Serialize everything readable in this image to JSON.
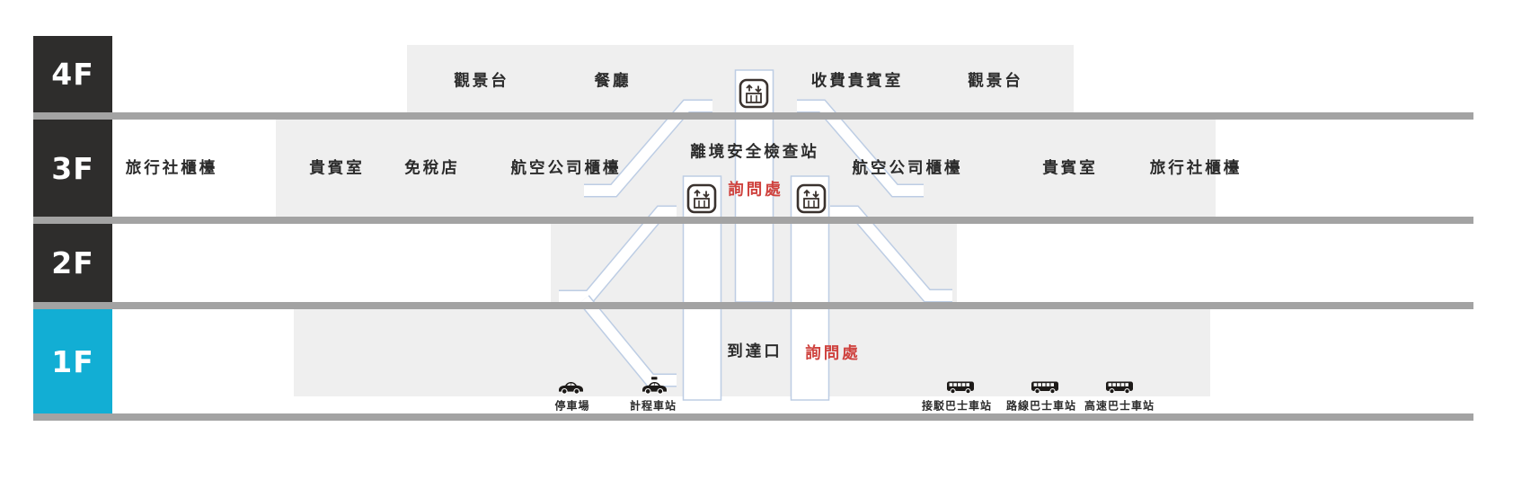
{
  "map": {
    "floors": {
      "f4": {
        "label": "4F",
        "observation_left": "觀景台",
        "restaurant": "餐廳",
        "paid_lounge": "收費貴賓室",
        "observation_right": "觀景台"
      },
      "f3": {
        "label": "3F",
        "travel_agency_left": "旅行社櫃檯",
        "lounge_left": "貴賓室",
        "duty_free": "免稅店",
        "airline_counters_left": "航空公司櫃檯",
        "security_checkpoint": "離境安全檢查站",
        "information": "詢問處",
        "airline_counters_right": "航空公司櫃檯",
        "lounge_right": "貴賓室",
        "travel_agency_right": "旅行社櫃檯"
      },
      "f2": {
        "label": "2F"
      },
      "f1": {
        "label": "1F",
        "arrival_exit": "到達口",
        "information": "詢問處"
      }
    },
    "ground_transport": {
      "parking": "停車場",
      "taxi_stand": "計程車站",
      "shuttle_bus": "接駁巴士車站",
      "local_bus": "路線巴士車站",
      "express_bus": "高速巴士車站"
    },
    "icons": {
      "elevator": "elevator-icon",
      "car": "car-icon",
      "taxi": "taxi-icon",
      "bus": "bus-icon"
    },
    "colors": {
      "floor_box_dark": "#2e2d2c",
      "floor_box_1f": "#12aed4",
      "separator_line": "#a3a3a3",
      "zone_fill": "#efefef",
      "ramp_edge": "#bdcde4",
      "highlight_red": "#cf423e",
      "text": "#2b2b2b"
    }
  }
}
